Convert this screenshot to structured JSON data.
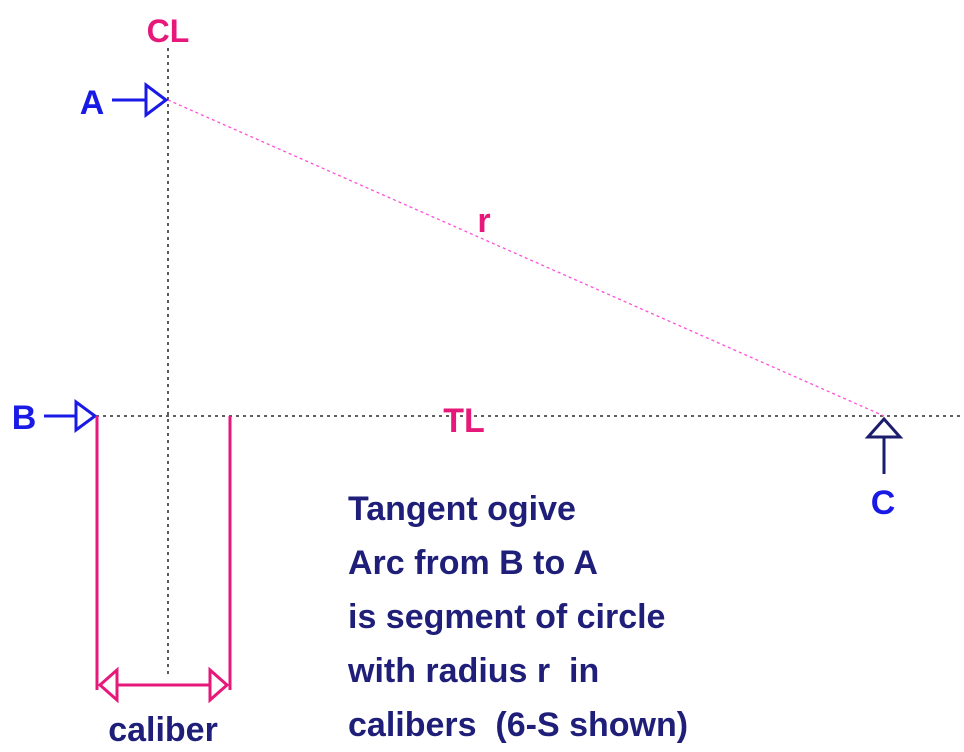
{
  "colors": {
    "label_blue": "#1a1ae6",
    "label_pink": "#e6197a",
    "caption_navy": "#1f1f7a",
    "arrow_navy": "#1c1c6e",
    "line_black": "#000000",
    "radius_line": "#ff4fd8"
  },
  "labels": {
    "centerline": "CL",
    "tangent_line": "TL",
    "radius": "r",
    "point_a": "A",
    "point_b": "B",
    "point_c": "C",
    "caliber": "caliber"
  },
  "caption": {
    "lines": [
      "Tangent ogive",
      "Arc from B to A",
      "is segment of circle",
      "with radius r  in",
      "calibers  (6-S shown)"
    ]
  }
}
